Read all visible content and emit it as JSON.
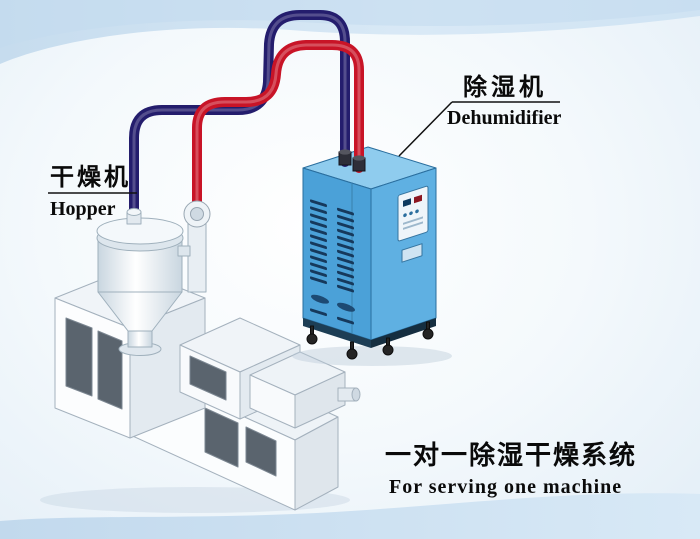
{
  "labels": {
    "hopper": {
      "cn": "干燥机",
      "en": "Hopper"
    },
    "dehumidifier": {
      "cn": "除湿机",
      "en": "Dehumidifier"
    }
  },
  "caption": {
    "cn": "一对一除湿干燥系统",
    "en": "For serving one machine"
  },
  "colors": {
    "pipe_navy": "#241d6d",
    "pipe_red": "#c81427",
    "cabinet_front": "#4ba1d8",
    "cabinet_side": "#5fb0e2",
    "cabinet_top": "#8fccee",
    "band_blue": "#cfe2f2"
  }
}
